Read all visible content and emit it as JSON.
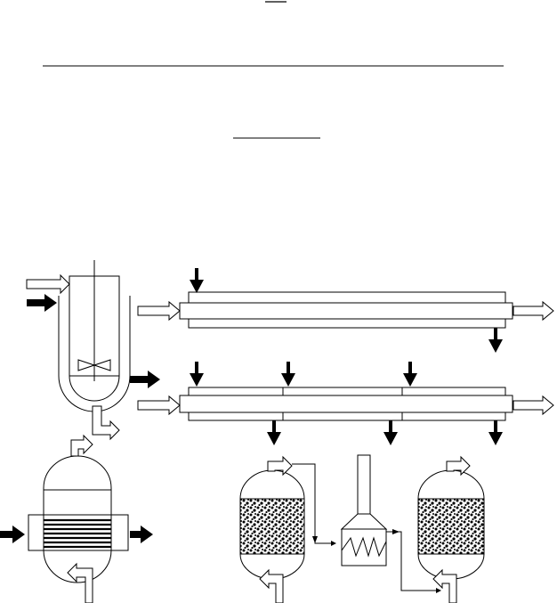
{
  "document": {
    "header_marks": [
      "short-rule",
      "long-rule",
      "medium-rule"
    ]
  },
  "figure": {
    "components": [
      "stirred-tank-reactor",
      "tubular-reactor-single-feed",
      "tubular-reactor-multi-feed",
      "tube-bundle-heat-exchanger-reactor",
      "packed-bed-reactor-1",
      "heater",
      "packed-bed-reactor-2"
    ],
    "colors": {
      "line": "#000000",
      "background": "#ffffff",
      "packing_dot": "#000000"
    }
  }
}
